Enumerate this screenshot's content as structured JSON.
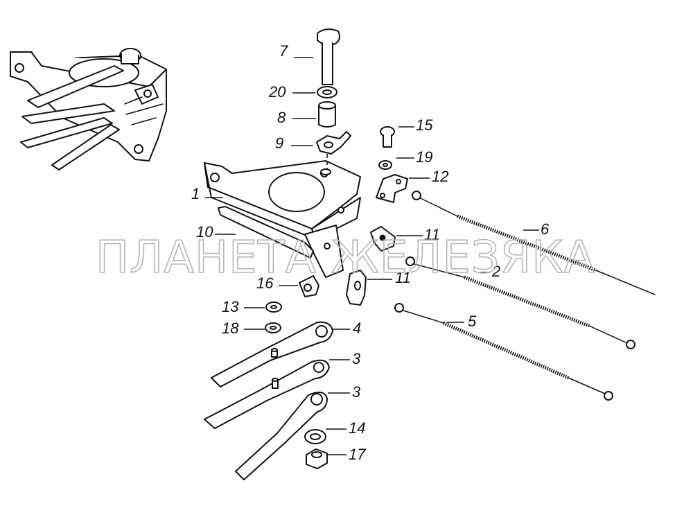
{
  "watermark": "ПЛАНЕТА ЖЕЛЕЗЯКА",
  "callouts": {
    "c1": "1",
    "c2": "2",
    "c3a": "3",
    "c3b": "3",
    "c4": "4",
    "c5": "5",
    "c6": "6",
    "c7": "7",
    "c8": "8",
    "c9": "9",
    "c10": "10",
    "c11a": "11",
    "c11b": "11",
    "c12": "12",
    "c13": "13",
    "c14": "14",
    "c15": "15",
    "c16": "16",
    "c17": "17",
    "c18": "18",
    "c19": "19",
    "c20": "20"
  }
}
